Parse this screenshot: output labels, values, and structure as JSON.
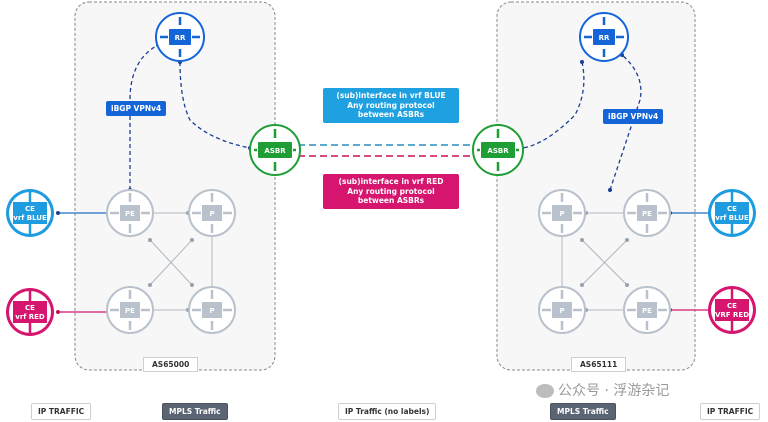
{
  "as_left": "AS65000",
  "as_right": "AS65111",
  "rr_label": "RR",
  "asbr_label": "ASBR",
  "pe_label": "PE",
  "p_label": "P",
  "ibgp_label": "iBGP VPNv4",
  "ce_left_blue": "CE\nvrf BLUE",
  "ce_left_red": "CE\nvrf RED",
  "ce_right_blue": "CE\nvrf BLUE",
  "ce_right_red": "CE\nVRF RED",
  "note_blue": "(sub)interface in vrf BLUE\nAny routing protocol\nbetween ASBRs",
  "note_red": "(sub)interface in vrf RED\nAny routing protocol\nbetween ASBRs",
  "traffic": {
    "ip_left": "IP TRAFFIC",
    "mpls_left": "MPLS Traffic",
    "ip_nolabel": "IP Traffic (no labels)",
    "mpls_right": "MPLS Traffic",
    "ip_right": "IP TRAFFIC"
  },
  "watermark": "公众号 · 浮游杂记",
  "colors": {
    "blue": "#1f9be0",
    "dark_blue": "#1565d8",
    "green": "#1e9e35",
    "magenta": "#d6156f",
    "grey_node": "#b9c2cc",
    "navy_link": "#1b3f93"
  }
}
